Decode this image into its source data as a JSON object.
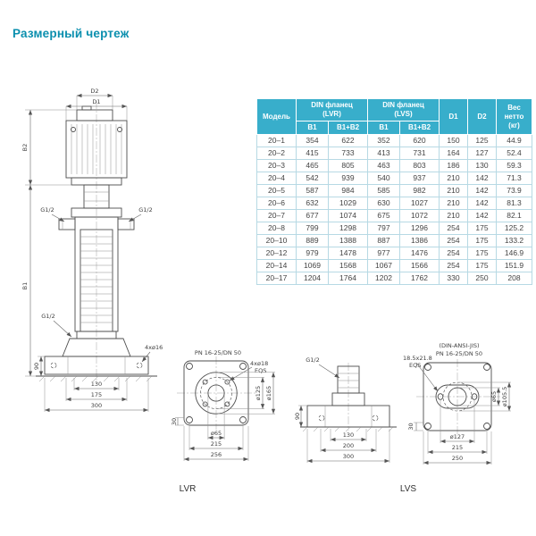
{
  "page": {
    "title": "Размерный чертеж"
  },
  "table": {
    "header": {
      "model": "Модель",
      "lvr_group": "DIN фланец\n(LVR)",
      "lvs_group": "DIN фланец\n(LVS)",
      "d1": "D1",
      "d2": "D2",
      "weight": "Вес\nнетто\n(кг)"
    },
    "subheaders": [
      "B1",
      "B1+B2",
      "B1",
      "B1+B2"
    ],
    "rows": [
      [
        "20–1",
        "354",
        "622",
        "352",
        "620",
        "150",
        "125",
        "44.9"
      ],
      [
        "20–2",
        "415",
        "733",
        "413",
        "731",
        "164",
        "127",
        "52.4"
      ],
      [
        "20–3",
        "465",
        "805",
        "463",
        "803",
        "186",
        "130",
        "59.3"
      ],
      [
        "20–4",
        "542",
        "939",
        "540",
        "937",
        "210",
        "142",
        "71.3"
      ],
      [
        "20–5",
        "587",
        "984",
        "585",
        "982",
        "210",
        "142",
        "73.9"
      ],
      [
        "20–6",
        "632",
        "1029",
        "630",
        "1027",
        "210",
        "142",
        "81.3"
      ],
      [
        "20–7",
        "677",
        "1074",
        "675",
        "1072",
        "210",
        "142",
        "82.1"
      ],
      [
        "20–8",
        "799",
        "1298",
        "797",
        "1296",
        "254",
        "175",
        "125.2"
      ],
      [
        "20–10",
        "889",
        "1388",
        "887",
        "1386",
        "254",
        "175",
        "133.2"
      ],
      [
        "20–12",
        "979",
        "1478",
        "977",
        "1476",
        "254",
        "175",
        "146.9"
      ],
      [
        "20–14",
        "1069",
        "1568",
        "1067",
        "1566",
        "254",
        "175",
        "151.9"
      ],
      [
        "20–17",
        "1204",
        "1764",
        "1202",
        "1762",
        "330",
        "250",
        "208"
      ]
    ]
  },
  "drawing": {
    "d1": "D1",
    "d2": "D2",
    "b1": "B1",
    "b2": "B2",
    "g12": "G1/2",
    "dim90": "90",
    "dim130": "130",
    "dim175": "175",
    "dim300": "300",
    "base_holes": "4xø16"
  },
  "lvr_view": {
    "title": "PN 16-25/DN 50",
    "holes": "4xø18",
    "eqs": "EQS",
    "bore": "ø65",
    "bolt_circle": "ø125",
    "outer": "ø165",
    "hole_spacing": "215",
    "plate_width": "256",
    "edge": "30",
    "caption": "LVR"
  },
  "lvs_front": {
    "g12": "G1/2",
    "dim90": "90",
    "dim130": "130",
    "dim200": "200",
    "dim300": "300"
  },
  "lvs_view": {
    "title1": "(DIN-ANSI-JIS)",
    "title2": "PN 16-25/DN 50",
    "slots": "18.5x21.8",
    "eqs": "EQS",
    "bore": "ø65",
    "raised": "ø105.5",
    "bolt_spacing": "ø127",
    "hole_spacing": "215",
    "plate_width": "250",
    "edge": "30",
    "caption": "LVS"
  },
  "colors": {
    "accent": "#0a8fae",
    "table_header_bg": "#38aecb"
  }
}
